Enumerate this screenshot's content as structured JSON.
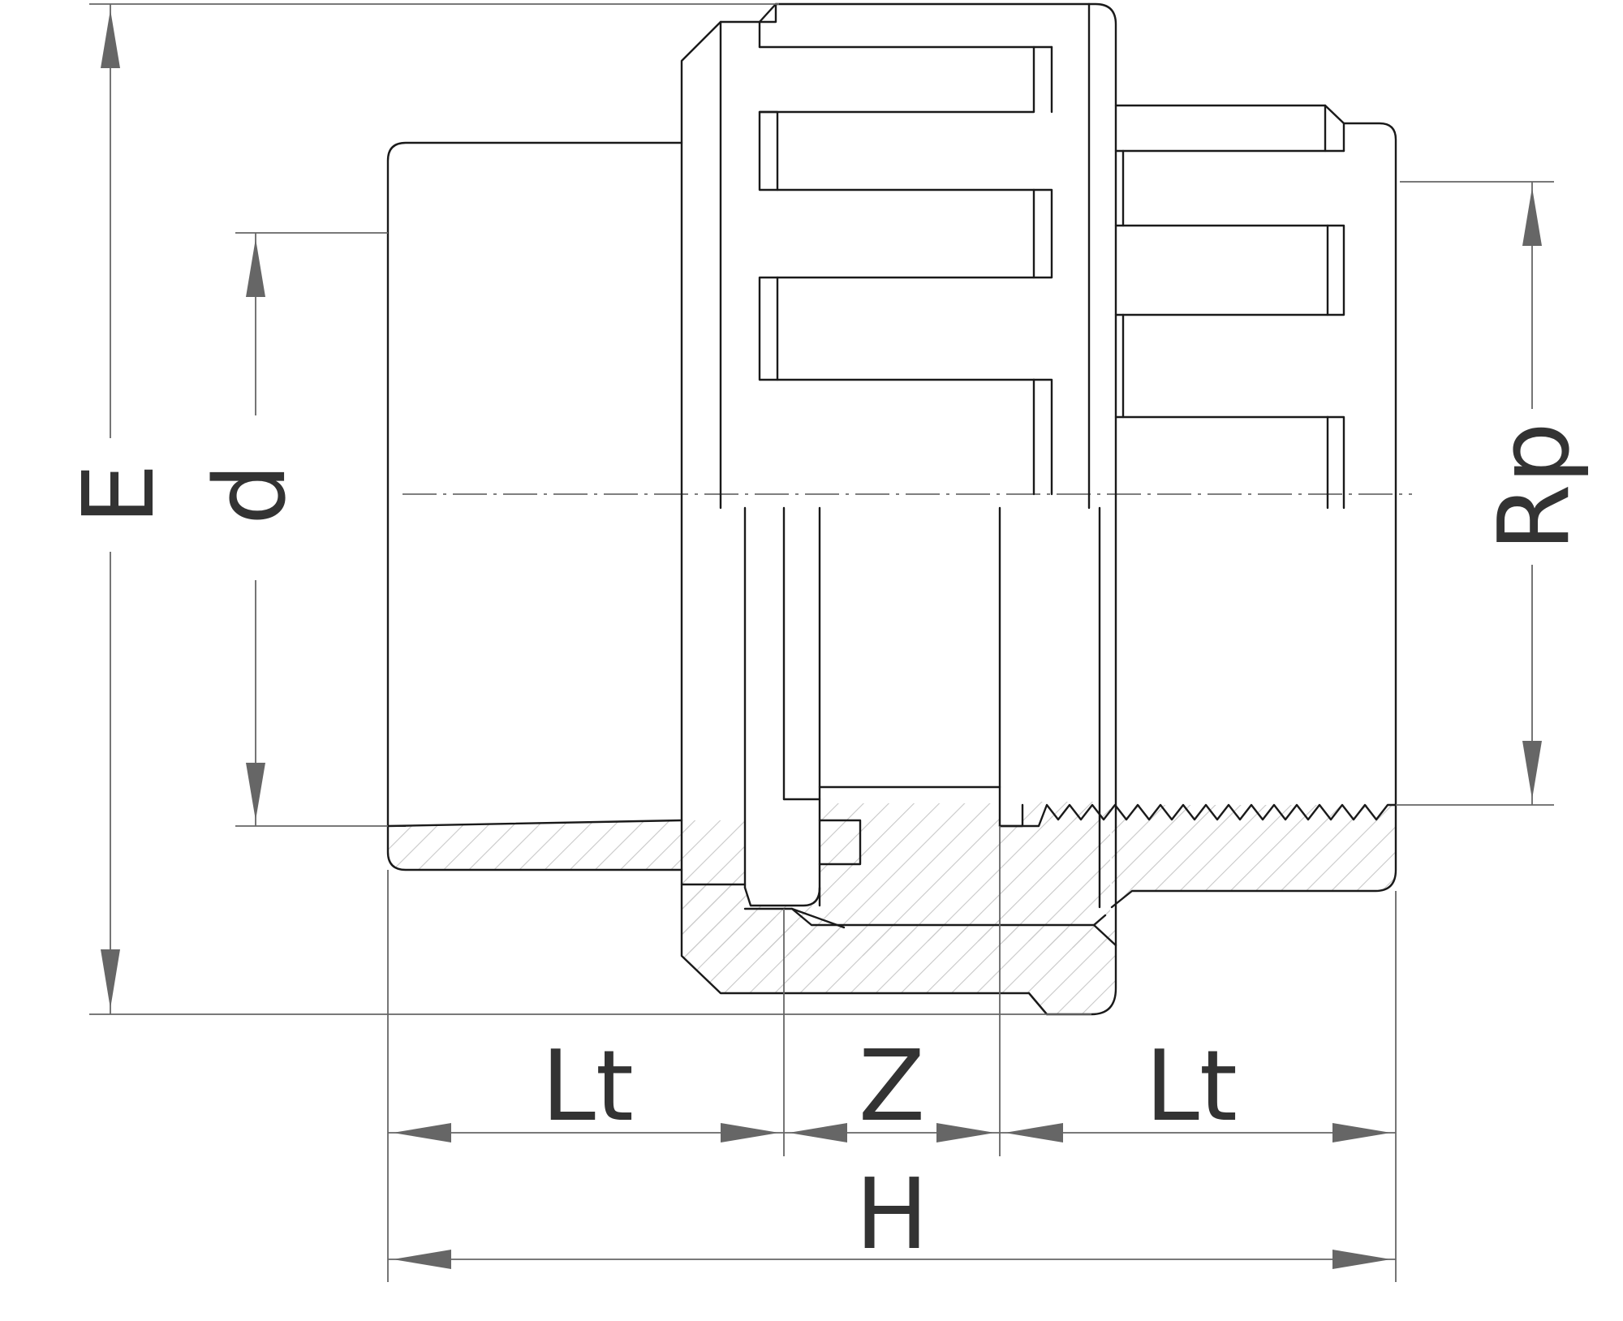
{
  "diagram": {
    "labels": {
      "E": "E",
      "d": "d",
      "Rp": "Rp",
      "Lt_left": "Lt",
      "Z": "Z",
      "Lt_right": "Lt",
      "H": "H"
    },
    "colors": {
      "outline": "#1a1a1a",
      "dimension": "#666666",
      "hatch": "#c8c8c8",
      "text": "#333333"
    }
  }
}
